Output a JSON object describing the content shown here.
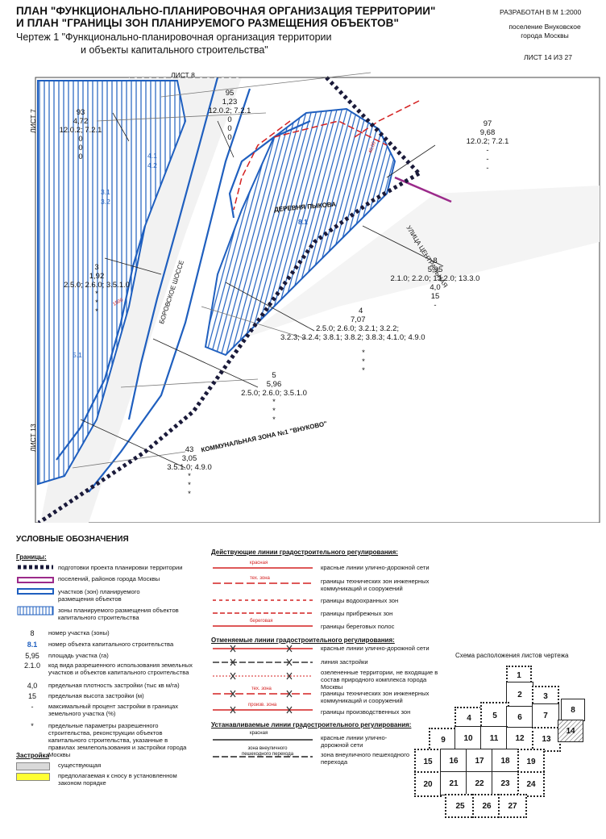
{
  "header": {
    "title_line1": "ПЛАН \"ФУНКЦИОНАЛЬНО-ПЛАНИРОВОЧНАЯ ОРГАНИЗАЦИЯ ТЕРРИТОРИИ\"",
    "title_line2": "И ПЛАН \"ГРАНИЦЫ ЗОН ПЛАНИРУЕМОГО РАЗМЕЩЕНИЯ ОБЪЕКТОВ\"",
    "sub_line1": "Чертеж 1 \"Функционально-планировочная организация территории",
    "sub_line2": "и объекты капитального строительства\"",
    "scale": "РАЗРАБОТАН В М 1:2000",
    "place_line1": "поселение Внуковское",
    "place_line2": "города Москвы",
    "sheet": "ЛИСТ 14 ИЗ 27"
  },
  "map": {
    "sheet_refs": [
      "ЛИСТ 8",
      "ЛИСТ 7",
      "ЛИСТ 13"
    ],
    "names": {
      "village": "ДЕРЕВНЯ ПЫКОВА",
      "street": "УЛИЦА ЦЕНТРАЛЬНАЯ",
      "highway": "БОРОВСКОЕ ШОССЕ",
      "communal": "КОММУНАЛЬНАЯ ЗОНА №1 \"ВНУКОВО\""
    },
    "object_labels": [
      "4.1",
      "4.2",
      "3.1",
      "3.2",
      "8.1",
      "5.1"
    ],
    "zones": [
      {
        "num": "93",
        "area": "4,72",
        "codes": "12.0.2; 7.2.1",
        "rows": [
          "0",
          "0",
          "0"
        ]
      },
      {
        "num": "95",
        "area": "1,23",
        "codes": "12.0.2; 7.2.1",
        "rows": [
          "0",
          "0",
          "0"
        ]
      },
      {
        "num": "97",
        "area": "9,68",
        "codes": "12.0.2; 7.2.1",
        "rows": [
          "-",
          "-",
          "-"
        ]
      },
      {
        "num": "8",
        "area": "5,95",
        "codes": "2.1.0; 2.2.0; 13.2.0; 13.3.0",
        "rows": [
          "4,0",
          "15",
          "-"
        ]
      },
      {
        "num": "3",
        "area": "1,92",
        "codes": "2.5.0; 2.6.0; 3.5.1.0",
        "rows": [
          "*",
          "*",
          "*"
        ]
      },
      {
        "num": "4",
        "area": "7,07",
        "codes": "2.5.0; 2.6.0; 3.2.1; 3.2.2;",
        "codes2": "3.2.3; 3.2.4; 3.8.1; 3.8.2; 3.8.3; 4.1.0; 4.9.0",
        "rows": [
          "*",
          "*",
          "*"
        ]
      },
      {
        "num": "5",
        "area": "5,96",
        "codes": "2.5.0; 2.6.0; 3.5.1.0",
        "rows": [
          "*",
          "*",
          "*"
        ]
      },
      {
        "num": "43",
        "area": "3,05",
        "codes": "3.5.1.0; 4.9.0",
        "rows": [
          "*",
          "*",
          "*"
        ]
      }
    ],
    "small_marks": [
      "1500",
      "40,00"
    ]
  },
  "legend": {
    "title": "УСЛОВНЫЕ ОБОЗНАЧЕНИЯ",
    "borders_head": "Границы:",
    "borders": [
      "подготовки проекта планировки территории",
      "поселений, районов города Москвы",
      "участков (зон) планируемого размещения объектов",
      "зоны планируемого размещения объектов капитального строительства"
    ],
    "symbols": [
      {
        "sym": "8",
        "text": "номер участка (зоны)"
      },
      {
        "sym": "8.1",
        "text": "номер объекта капитального строительства"
      },
      {
        "sym": "5,95",
        "text": "площадь участка (га)"
      },
      {
        "sym": "2.1.0",
        "text": "код вида разрешенного использования земельных участков и объектов капитального строительства"
      },
      {
        "sym": "4,0",
        "text": "предельная плотность застройки (тыс кв м/га)"
      },
      {
        "sym": "15",
        "text": "предельная высота застройки (м)"
      },
      {
        "sym": "-",
        "text": "максимальный процент застройки в границах земельного участка (%)"
      },
      {
        "sym": "*",
        "text": "предельные параметры разрешенного строительства, реконструкции объектов капитального строительства, указанные в правилах землепользования и застройки города Москвы"
      }
    ],
    "build_head": "Застройка",
    "build": [
      {
        "color": "#d9d9d9",
        "text": "существующая"
      },
      {
        "color": "#ffff33",
        "text": "предполагаемая к сносу в установленном законом порядке"
      }
    ],
    "active_head": "Действующие линии градостроительного регулирования:",
    "active": [
      {
        "tag": "красная",
        "text": "красные линии улично-дорожной сети"
      },
      {
        "tag": "тех. зона",
        "text": "границы технических зон инженерных коммуникаций и сооружений"
      },
      {
        "tag": "",
        "text": "границы водоохранных зон"
      },
      {
        "tag": "",
        "text": "границы прибрежных зон"
      },
      {
        "tag": "береговая",
        "text": "границы береговых полос"
      }
    ],
    "cancel_head": "Отменяемые линии градостроительного регулирования:",
    "cancel": [
      {
        "tag": "",
        "text": "красные линии улично-дорожной сети"
      },
      {
        "tag": "",
        "text": "линия застройки"
      },
      {
        "tag": "",
        "text": "озелененные территории, не входящие в состав природного комплекса города Москвы"
      },
      {
        "tag": "тех. зона",
        "text": "границы технических зон инженерных коммуникаций и сооружений"
      },
      {
        "tag": "произв. зона",
        "text": "границы производственных зон"
      }
    ],
    "set_head": "Устанавливаемые линии градостроительного регулирования:",
    "set": [
      {
        "tag": "красная",
        "text": "красные линии улично-дорожной сети"
      },
      {
        "tag": "зона внеуличного пешеходного перехода",
        "text": "зона внеуличного пешеходного перехода"
      }
    ]
  },
  "sheet_scheme": {
    "title": "Схема расположения листов чертежа",
    "cells": [
      "1",
      "2",
      "3",
      "4",
      "5",
      "6",
      "7",
      "8",
      "9",
      "10",
      "11",
      "12",
      "13",
      "14",
      "15",
      "16",
      "17",
      "18",
      "19",
      "20",
      "21",
      "22",
      "23",
      "24",
      "25",
      "26",
      "27"
    ]
  },
  "colors": {
    "blue": "#1f5fbf",
    "red": "#d42020",
    "magenta": "#9b2a8a",
    "boundary": "#1a1a3a"
  }
}
